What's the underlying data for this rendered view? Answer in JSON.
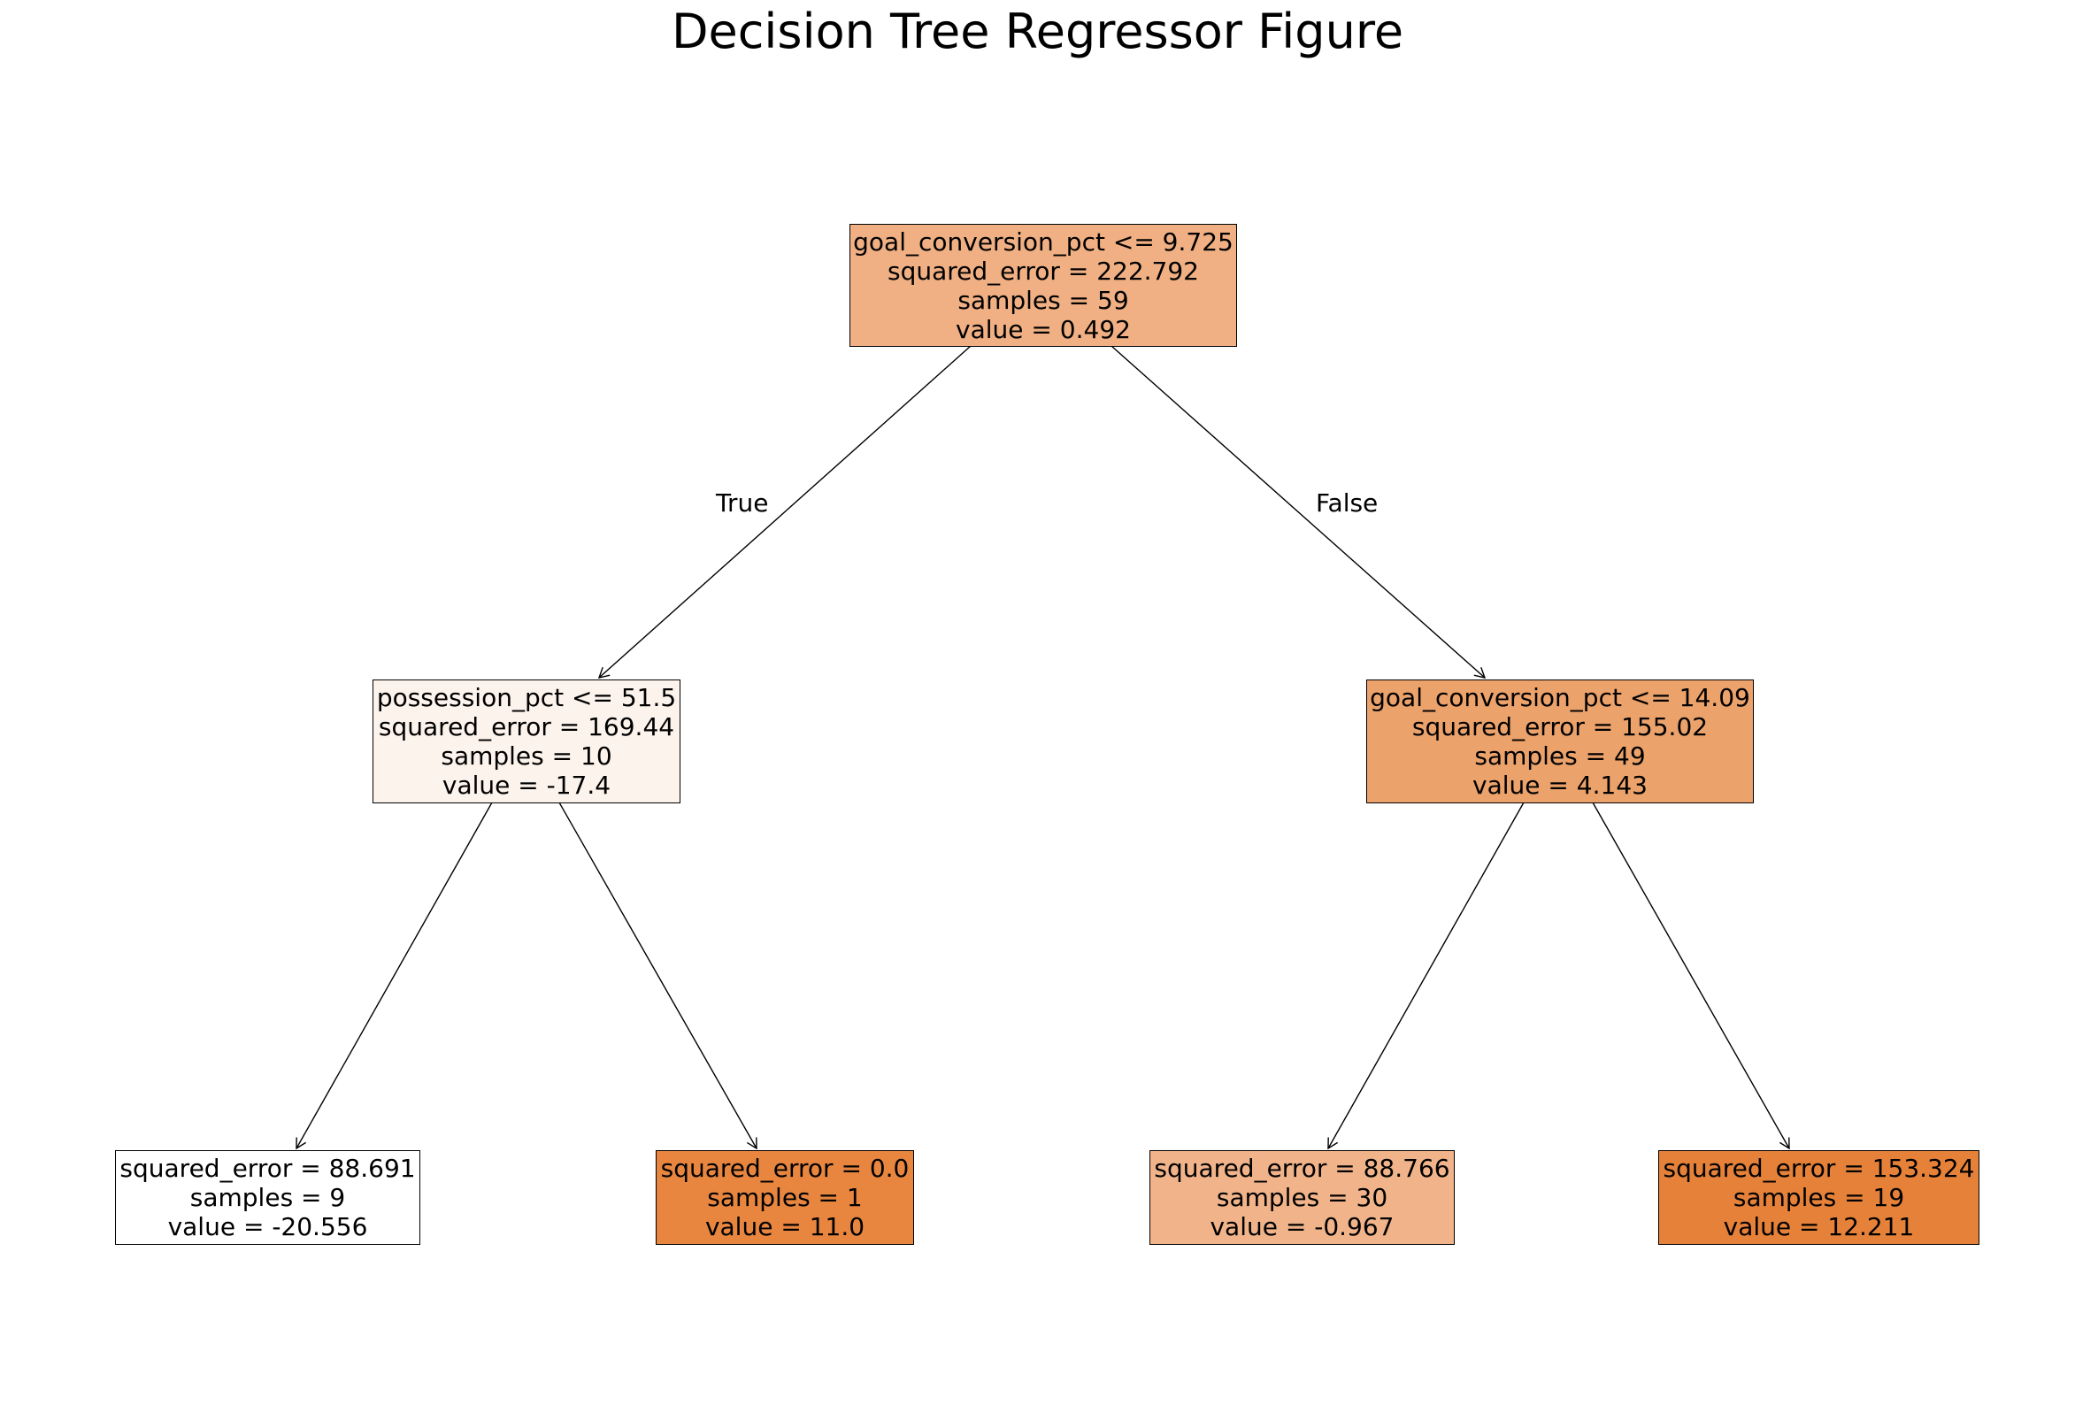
{
  "title": "Decision Tree Regressor Figure",
  "nodes": {
    "root": {
      "condition": "goal_conversion_pct <= 9.725",
      "squared_error": "squared_error = 222.792",
      "samples": "samples = 59",
      "value": "value = 0.492",
      "fill": "#f0b083"
    },
    "left": {
      "condition": "possession_pct <= 51.5",
      "squared_error": "squared_error = 169.44",
      "samples": "samples = 10",
      "value": "value = -17.4",
      "fill": "#fcf3ec"
    },
    "right": {
      "condition": "goal_conversion_pct <= 14.09",
      "squared_error": "squared_error = 155.02",
      "samples": "samples = 49",
      "value": "value = 4.143",
      "fill": "#eca26b"
    },
    "leaf_ll": {
      "squared_error": "squared_error = 88.691",
      "samples": "samples = 9",
      "value": "value = -20.556",
      "fill": "#ffffff"
    },
    "leaf_lr": {
      "squared_error": "squared_error = 0.0",
      "samples": "samples = 1",
      "value": "value = 11.0",
      "fill": "#e88640"
    },
    "leaf_rl": {
      "squared_error": "squared_error = 88.766",
      "samples": "samples = 30",
      "value": "value = -0.967",
      "fill": "#f1b48a"
    },
    "leaf_rr": {
      "squared_error": "squared_error = 153.324",
      "samples": "samples = 19",
      "value": "value = 12.211",
      "fill": "#e58139"
    }
  },
  "edge_labels": {
    "true_label": "True",
    "false_label": "False"
  }
}
